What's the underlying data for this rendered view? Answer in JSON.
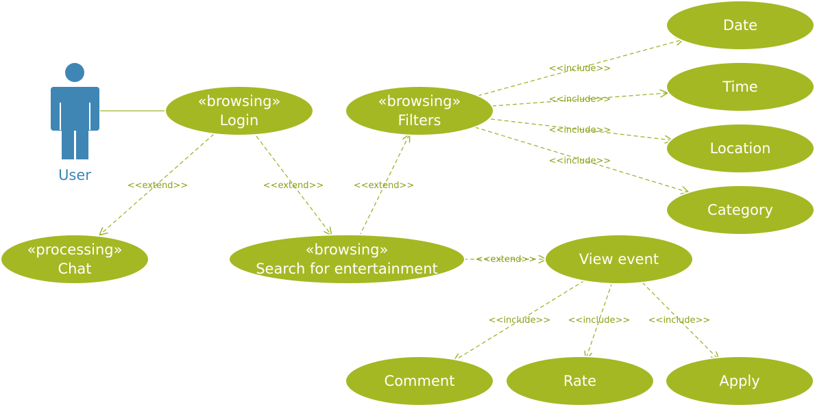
{
  "actor": {
    "label": "User",
    "color": "#3f86b5"
  },
  "colors": {
    "usecase": "#a4b823",
    "edge": "#9cb52a",
    "edge_label": "#8aa018"
  },
  "usecases": {
    "login": {
      "stereotype": "«browsing»",
      "name": "Login"
    },
    "chat": {
      "stereotype": "«processing»",
      "name": "Chat"
    },
    "search": {
      "stereotype": "«browsing»",
      "name": "Search for entertainment"
    },
    "filters": {
      "stereotype": "«browsing»",
      "name": "Filters"
    },
    "view": {
      "name": "View event"
    },
    "date": {
      "name": "Date"
    },
    "time": {
      "name": "Time"
    },
    "location": {
      "name": "Location"
    },
    "category": {
      "name": "Category"
    },
    "comment": {
      "name": "Comment"
    },
    "rate": {
      "name": "Rate"
    },
    "apply": {
      "name": "Apply"
    }
  },
  "relations": {
    "login_chat": "<<extend>>",
    "login_search": "<<extend>>",
    "search_filters": "<<extend>>",
    "search_view": "<<extend>>",
    "filters_date": "<<include>>",
    "filters_time": "<<include>>",
    "filters_location": "<<include>>",
    "filters_category": "<<include>>",
    "view_comment": "<<include>>",
    "view_rate": "<<include>>",
    "view_apply": "<<include>>"
  }
}
